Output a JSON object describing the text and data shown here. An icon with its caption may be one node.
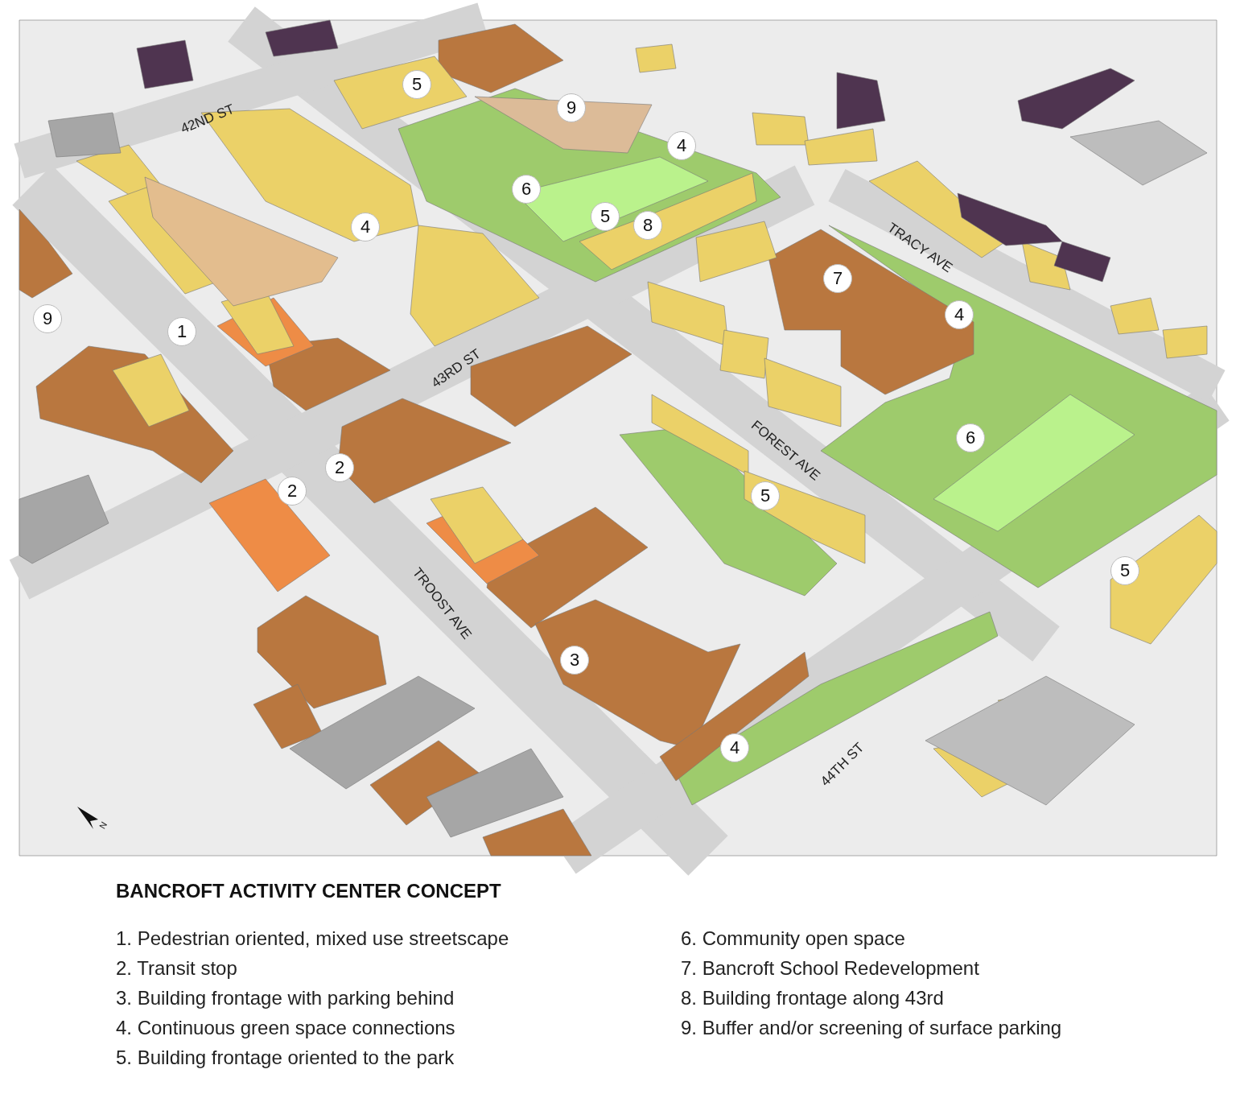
{
  "diagram": {
    "title": "BANCROFT ACTIVITY CENTER CONCEPT",
    "labels": [
      "5",
      "9",
      "42ND ST",
      "4",
      "6",
      "5",
      "8",
      "4",
      "TRACY AVE",
      "7",
      "4",
      "9",
      "1",
      "43RD ST",
      "FOREST AVE",
      "6",
      "2",
      "2",
      "5",
      "5",
      "TROOST AVE",
      "3",
      "4",
      "44TH ST",
      "N",
      "1. Pedestrian oriented, mixed use streetscape",
      "2. Transit stop",
      "3. Building frontage with parking behind",
      "4. Continuous green space connections",
      "5. Building frontage oriented to the park",
      "6. Community open space",
      "7. Bancroft School Redevelopment",
      "8. Building frontage along 43rd",
      "9. Buffer and/or screening of surface parking"
    ]
  }
}
